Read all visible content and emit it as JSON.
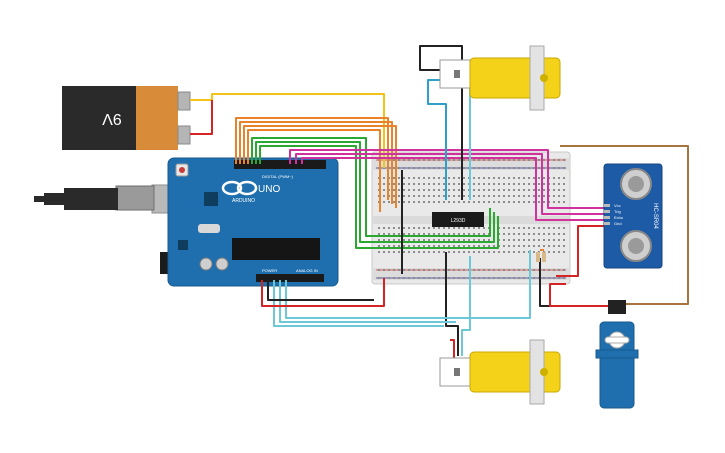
{
  "battery": {
    "label": "9V"
  },
  "arduino": {
    "brand": "UNO",
    "sub": "ARDUINO",
    "digital_label": "DIGITAL (PWM~)",
    "power_label": "POWER",
    "analog_label": "ANALOG IN"
  },
  "driver_ic": {
    "label": "L293D"
  },
  "sensor": {
    "label": "HC-SR04",
    "pins": [
      "Vcc",
      "Trig",
      "Echo",
      "Gnd"
    ]
  },
  "components": {
    "motor_top": "dc-motor-top",
    "motor_bottom": "dc-motor-bottom",
    "servo": "servo-motor"
  },
  "colors": {
    "arduino_blue": "#1f6fae",
    "breadboard": "#e9e9e9",
    "motor_yellow": "#f5d21a",
    "battery_orange": "#d88c3a",
    "wire_yellow": "#f2c417",
    "wire_orange": "#e9822b",
    "wire_green": "#2aa832",
    "wire_pink": "#d0319c",
    "wire_cyan": "#6cc7d6",
    "wire_red": "#d42424",
    "wire_black": "#222222",
    "wire_brown": "#a6743f"
  }
}
